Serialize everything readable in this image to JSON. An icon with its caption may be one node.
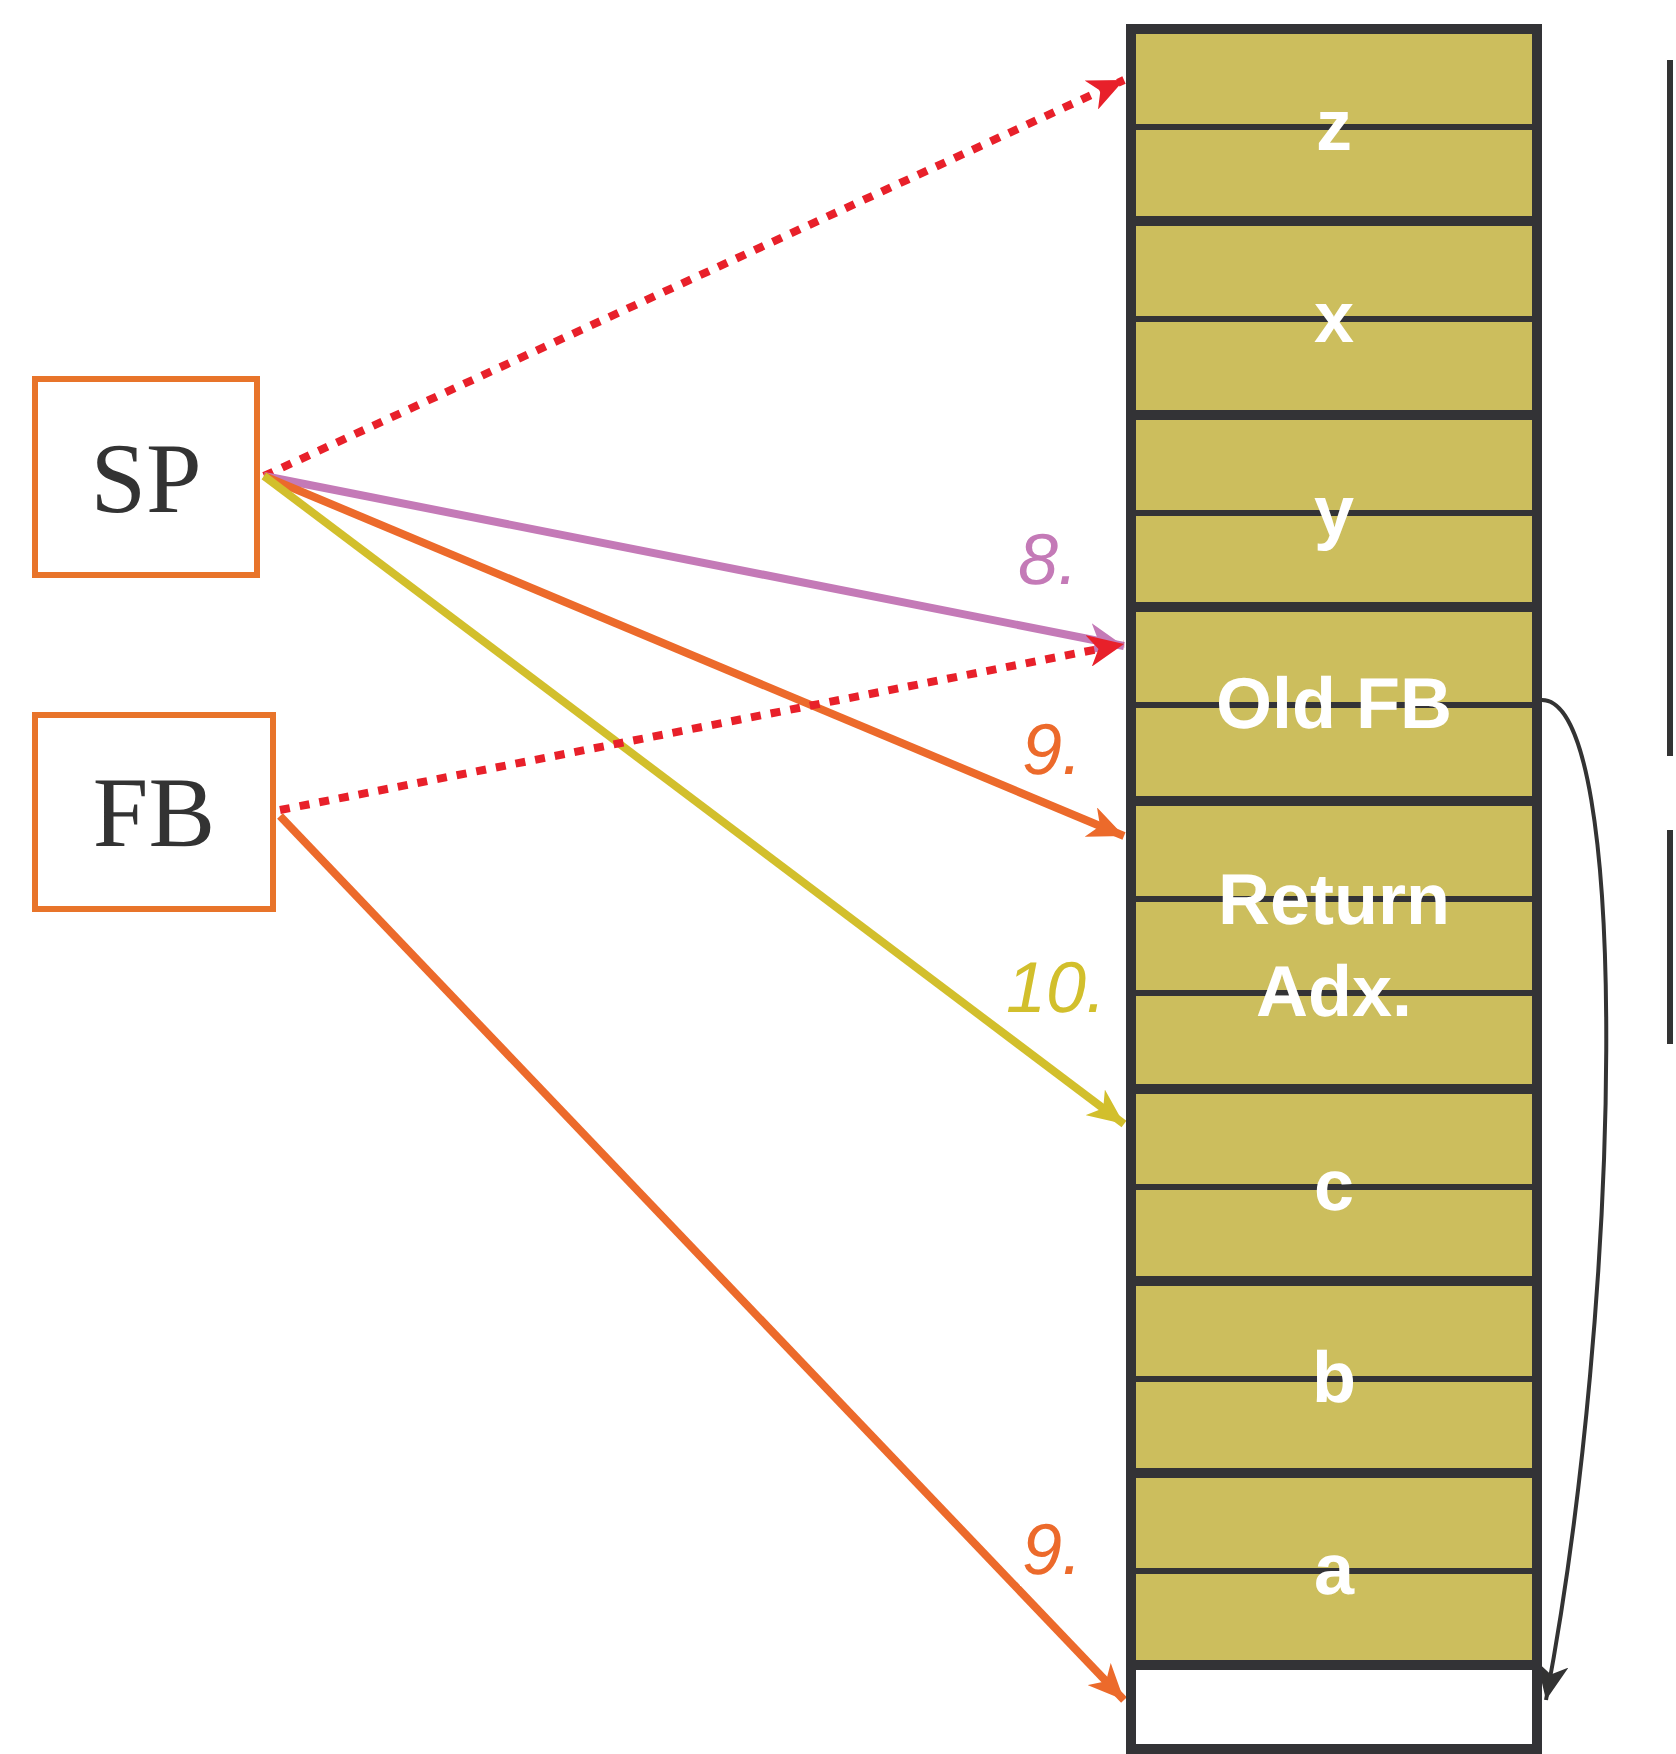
{
  "diagram": {
    "nodes": [
      {
        "text": [
          "SP"
        ]
      },
      {
        "text": [
          "FB"
        ]
      },
      {
        "text": [
          "z"
        ]
      },
      {
        "text": [
          "x"
        ]
      },
      {
        "text": [
          "y"
        ]
      },
      {
        "text": [
          "Old FB"
        ]
      },
      {
        "text": [
          "Return Adx."
        ]
      },
      {
        "text": [
          "c"
        ]
      },
      {
        "text": [
          "b"
        ]
      },
      {
        "text": [
          "a"
        ]
      },
      {
        "text": [],
        "shape": "box"
      }
    ],
    "edges": [
      {
        "from": 0,
        "to": 2,
        "arrow": "to",
        "style": "dashed",
        "color": "#e8202a"
      },
      {
        "from": 0,
        "to": 5,
        "arrow": "to",
        "label": "8.",
        "color": "#c47ab7"
      },
      {
        "from": 0,
        "to": 6,
        "arrow": "to",
        "label": "9.",
        "color": "#ec6a2b"
      },
      {
        "from": 0,
        "to": 7,
        "arrow": "to",
        "label": "10.",
        "color": "#d2bf2c"
      },
      {
        "from": 1,
        "to": 5,
        "arrow": "to",
        "style": "dashed",
        "color": "#e8202a"
      },
      {
        "from": 1,
        "to": 10,
        "arrow": "to",
        "label": "9.",
        "color": "#ec6a2b"
      },
      {
        "from": 5,
        "to": 10,
        "arrow": "to",
        "color": "#333333"
      }
    ]
  }
}
